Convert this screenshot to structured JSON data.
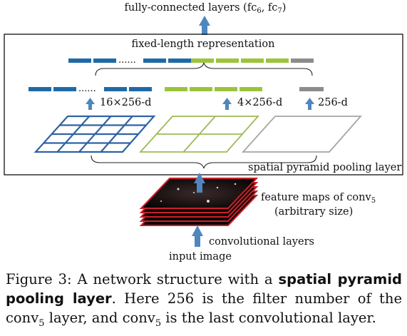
{
  "labels": {
    "fc": "fully-connected layers (fc",
    "fc_sub1": "6",
    "fc_mid": ", fc",
    "fc_sub2": "7",
    "fc_end": ")",
    "fixed_length": "fixed-length representation",
    "dim_left": "16×256-d",
    "dim_mid": "4×256-d",
    "dim_right": "256-d",
    "dots_top": "......",
    "dots_mid": "......",
    "spp_layer": "spatial pyramid pooling layer",
    "feature_maps": "feature maps of conv",
    "feature_maps_sub": "5",
    "arbitrary_size": "(arbitrary size)",
    "conv_layers": "convolutional layers",
    "input_image": "input image"
  },
  "caption": {
    "l1_a": "Figure 3: A network structure with a ",
    "l1_b": "spatial pyramid",
    "l2_a": "pooling layer",
    "l2_b": ". Here 256 is the filter number of the",
    "l3_a": "conv",
    "l3_sub1": "5",
    "l3_b": " layer, and conv",
    "l3_sub2": "5",
    "l3_c": " is the last convolutional layer."
  },
  "colors": {
    "blue": "#1f6aa6",
    "green": "#9bc43c",
    "gray": "#8c8c8c",
    "arrow": "#4f86be",
    "grid_blue": "#2f63a6",
    "grid_green": "#9dbb56",
    "grid_gray": "#a5a5a5",
    "feature_red": "#c8202a"
  }
}
